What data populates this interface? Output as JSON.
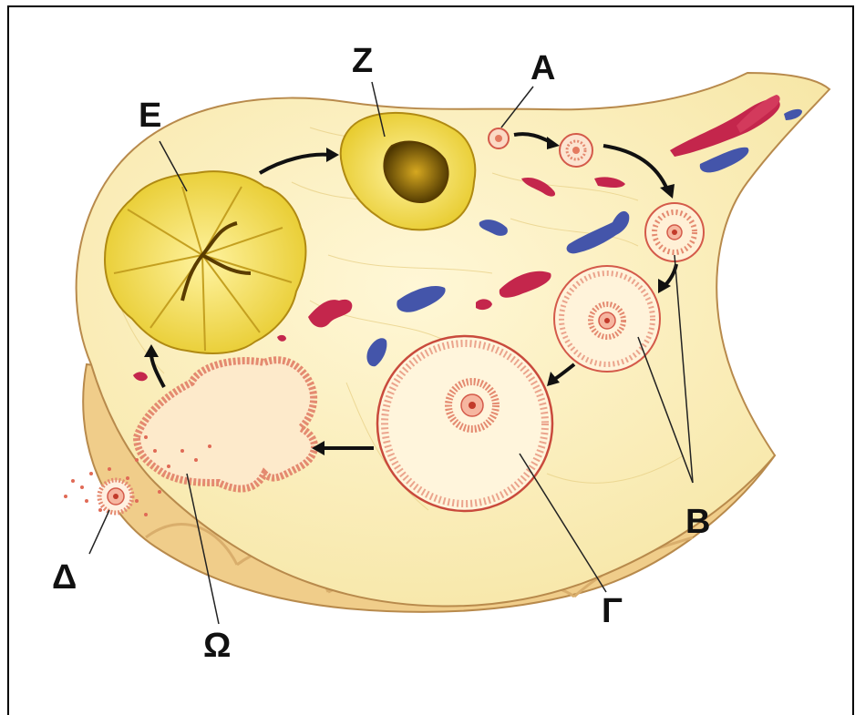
{
  "labels": {
    "A": "A",
    "B": "B",
    "Gamma": "Γ",
    "Delta": "Δ",
    "E": "E",
    "Z": "Z",
    "Omega": "Ω"
  },
  "colors": {
    "stroma": "#fbf0bd",
    "capsule": "#f0cf8e",
    "capsule_dark": "#c99a55",
    "follicle_edge": "#d45a4a",
    "follicle_fill": "#fff2d0",
    "granulosa": "#e48a70",
    "oocyte": "#f6b6a0",
    "corpus_luteum": "#f2dc4a",
    "corpus_dark": "#7a5a08",
    "artery": "#c4264c",
    "vein": "#4455aa",
    "arrow": "#111111"
  }
}
